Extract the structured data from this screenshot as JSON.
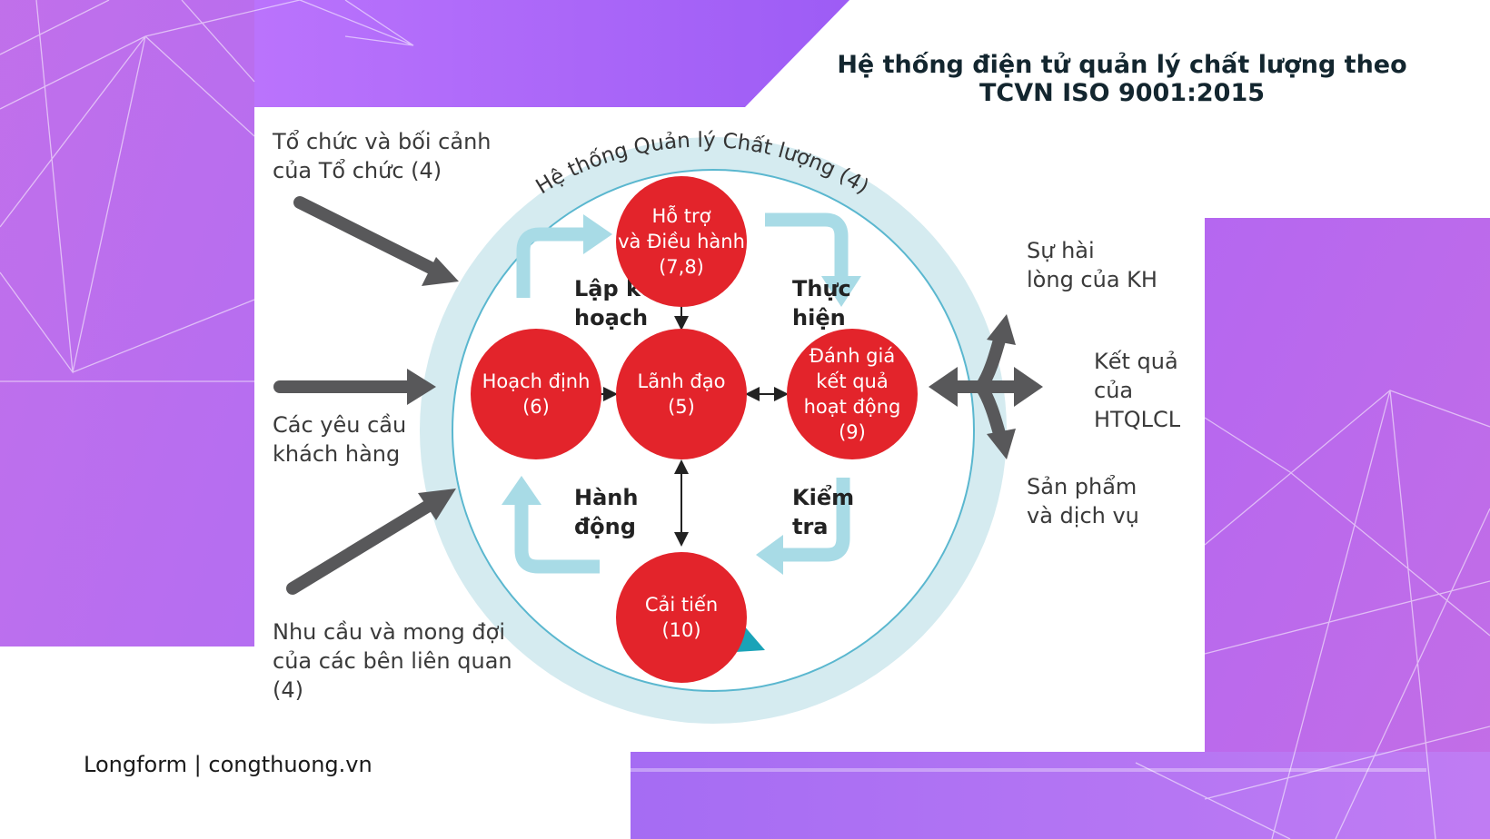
{
  "page": {
    "title": "Hệ thống điện tử quản lý chất lượng theo\nTCVN ISO 9001:2015",
    "footer": "Longform | congthuong.vn",
    "colors": {
      "purple_light": "#c77dff",
      "purple_dark": "#9d5cf5",
      "node_red": "#e3242b",
      "ring_blue": "#d5ebf0",
      "cycle_arrow": "#a8dbe6",
      "gray_arrow": "#58585a",
      "accent_teal": "#1aa3b8"
    }
  },
  "diagram": {
    "ring_label": "Hệ thống Quản lý Chất lượng (4)",
    "inputs": {
      "context": "Tổ chức và bối cảnh\ncủa Tổ chức (4)",
      "customer_requirements": "Các yêu cầu\nkhách hàng",
      "stakeholder_needs": "Nhu cầu và mong đợi\ncủa các bên liên quan\n(4)"
    },
    "outputs": {
      "customer_satisfaction": "Sự hài\nlòng của KH",
      "qms_results": "Kết quả\ncủa\nHTQLCL",
      "products_services": "Sản phẩm\nvà dịch vụ"
    },
    "nodes": {
      "support": "Hỗ trợ\nvà Điều hành\n(7,8)",
      "planning": "Hoạch định\n(6)",
      "leadership": "Lãnh đạo\n(5)",
      "evaluation": "Đánh giá\nkết quả\nhoạt động\n(9)",
      "improvement": "Cải tiến\n(10)"
    },
    "phases": {
      "plan": "Lập kế\nhoạch",
      "do": "Thực\nhiện",
      "act": "Hành\nđộng",
      "check": "Kiểm\ntra"
    }
  }
}
